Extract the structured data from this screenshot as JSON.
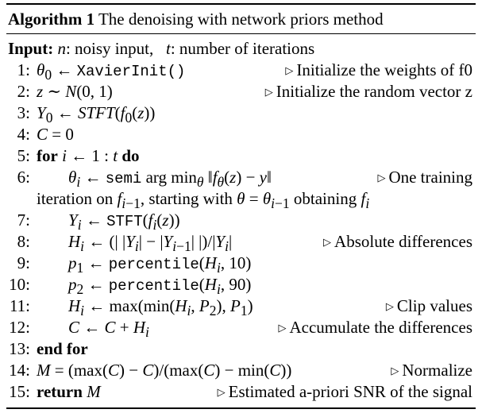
{
  "title": {
    "label": "Algorithm 1",
    "text": "The denoising with network priors method"
  },
  "input": {
    "label": "Input:",
    "text": "n: noisy input,   t: number of iterations"
  },
  "lines": [
    {
      "num": "1:",
      "code": "θ0 ← XavierInit()",
      "comment": "Initialize the weights of f0"
    },
    {
      "num": "2:",
      "code": "z ∼ N(0, 1)",
      "comment": "Initialize the random vector z"
    },
    {
      "num": "3:",
      "code": "Y0 ← STFT(f0(z))",
      "comment": ""
    },
    {
      "num": "4:",
      "code": "C = 0",
      "comment": ""
    },
    {
      "num": "5:",
      "code": "for i ← 1 : t do",
      "comment": ""
    },
    {
      "num": "6:",
      "code": "θi ← semi arg minθ ‖fθ(z) − y‖",
      "comment": "One training"
    },
    {
      "num": "",
      "code": "iteration on fi−1, starting with θ = θi−1 obtaining fi",
      "comment": ""
    },
    {
      "num": "7:",
      "code": "Yi ← STFT(fi(z))",
      "comment": ""
    },
    {
      "num": "8:",
      "code": "Hi ← (| |Yi| − |Yi−1| |)/|Yi|",
      "comment": "Absolute differences"
    },
    {
      "num": "9:",
      "code": "p1 ← percentile(Hi, 10)",
      "comment": ""
    },
    {
      "num": "10:",
      "code": "p2 ← percentile(Hi, 90)",
      "comment": ""
    },
    {
      "num": "11:",
      "code": "Hi ← max(min(Hi, P2), P1)",
      "comment": "Clip values"
    },
    {
      "num": "12:",
      "code": "C ← C + Hi",
      "comment": "Accumulate the differences"
    },
    {
      "num": "13:",
      "code": "end for",
      "comment": ""
    },
    {
      "num": "14:",
      "code": "M = (max(C) − C)/(max(C) − min(C))",
      "comment": "Normalize"
    },
    {
      "num": "15:",
      "code": "return M",
      "comment": "Estimated a-priori SNR of the signal"
    }
  ]
}
